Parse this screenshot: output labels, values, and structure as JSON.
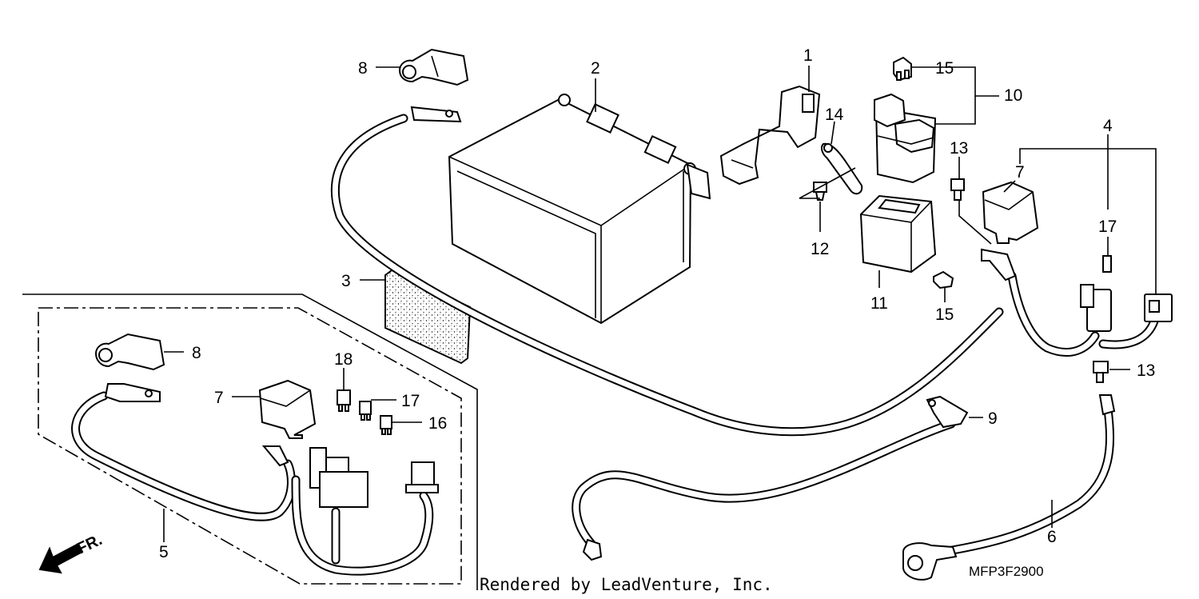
{
  "diagram": {
    "callouts": {
      "c1": "1",
      "c2": "2",
      "c3": "3",
      "c4": "4",
      "c5": "5",
      "c6": "6",
      "c7a": "7",
      "c7b": "7",
      "c8a": "8",
      "c8b": "8",
      "c9": "9",
      "c10": "10",
      "c11": "11",
      "c12": "12",
      "c13a": "13",
      "c13b": "13",
      "c14": "14",
      "c15a": "15",
      "c15b": "15",
      "c16": "16",
      "c17a": "17",
      "c17b": "17",
      "c18": "18"
    },
    "direction_label": "FR.",
    "diagram_code": "MFP3F2900",
    "credit": "Rendered by LeadVenture, Inc."
  }
}
